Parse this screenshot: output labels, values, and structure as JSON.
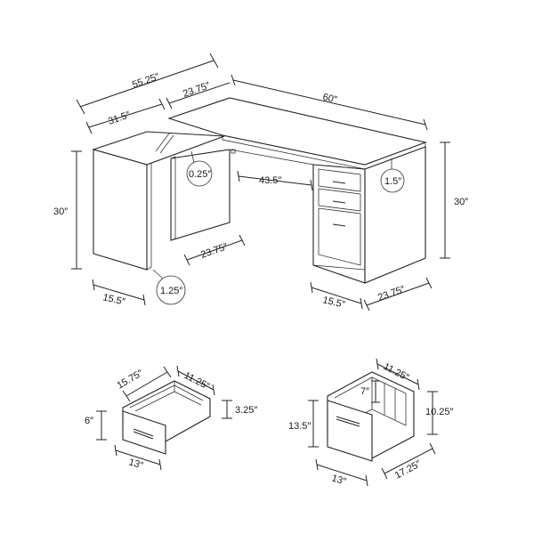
{
  "desk": {
    "total_width": "55.25″",
    "return_depth": "23.75″",
    "main_length": "60″",
    "return_length": "31.5″",
    "glass_thickness": "0.25″",
    "knee_width": "43.5″",
    "top_thickness": "1.5″",
    "height_left": "30″",
    "height_right": "30″",
    "leg_depth": "23.75″",
    "side_width": "15.5″",
    "panel_thickness": "1.25″",
    "pedestal_width": "15.5″",
    "pedestal_depth": "23.75″"
  },
  "small_drawer": {
    "depth": "15.75″",
    "inner_width": "11.25″",
    "inner_height": "3.25″",
    "front_height": "6″",
    "front_width": "13″"
  },
  "file_drawer": {
    "inner_width": "11.25″",
    "inner_height": "7″",
    "side_height": "10.25″",
    "front_height": "13.5″",
    "front_width": "13″",
    "depth": "17.25″"
  }
}
